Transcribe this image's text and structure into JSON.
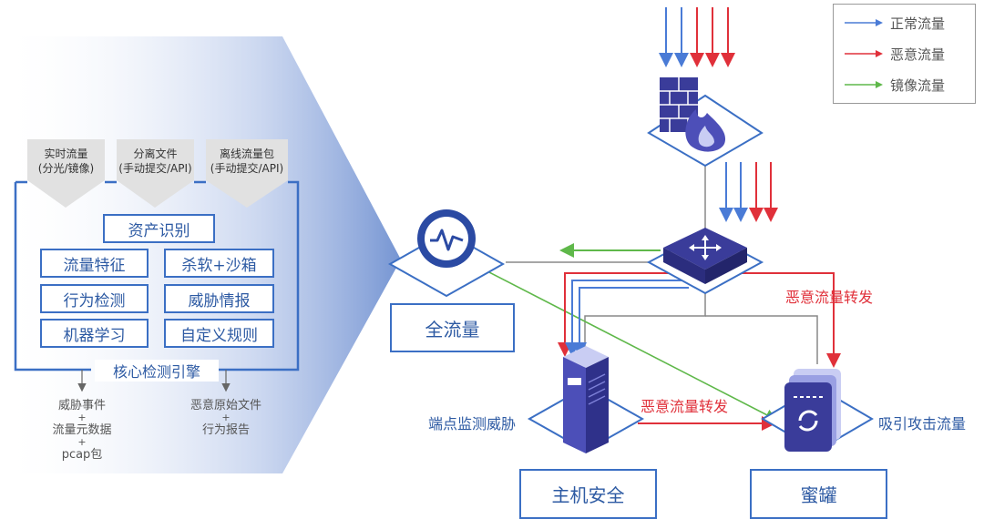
{
  "inputs": [
    {
      "line1": "实时流量",
      "line2": "(分光/镜像)"
    },
    {
      "line1": "分离文件",
      "line2": "(手动提交/API)"
    },
    {
      "line1": "离线流量包",
      "line2": "(手动提交/API)"
    }
  ],
  "engine": {
    "title": "核心检测引擎",
    "asset": "资产识别",
    "modules": [
      "流量特征",
      "杀软+沙箱",
      "行为检测",
      "威胁情报",
      "机器学习",
      "自定义规则"
    ]
  },
  "outputs": {
    "left": [
      "威胁事件",
      "+",
      "流量元数据",
      "+",
      "pcap包"
    ],
    "right": [
      "恶意原始文件",
      "+",
      "行为报告"
    ]
  },
  "nodes": {
    "full_traffic": "全流量",
    "host_security": "主机安全",
    "honeypot": "蜜罐",
    "endpoint_label": "端点监测威胁",
    "attract_label": "吸引攻击流量"
  },
  "annotations": {
    "forward_right": "恶意流量转发",
    "forward_bottom": "恶意流量转发"
  },
  "legend": [
    {
      "label": "正常流量",
      "color": "#4a7bd6"
    },
    {
      "label": "恶意流量",
      "color": "#e0303a"
    },
    {
      "label": "镜像流量",
      "color": "#5fb84a"
    }
  ],
  "colors": {
    "normal": "#4a7bd6",
    "malicious": "#e0303a",
    "mirror": "#5fb84a",
    "node": "#2b2f8f"
  }
}
